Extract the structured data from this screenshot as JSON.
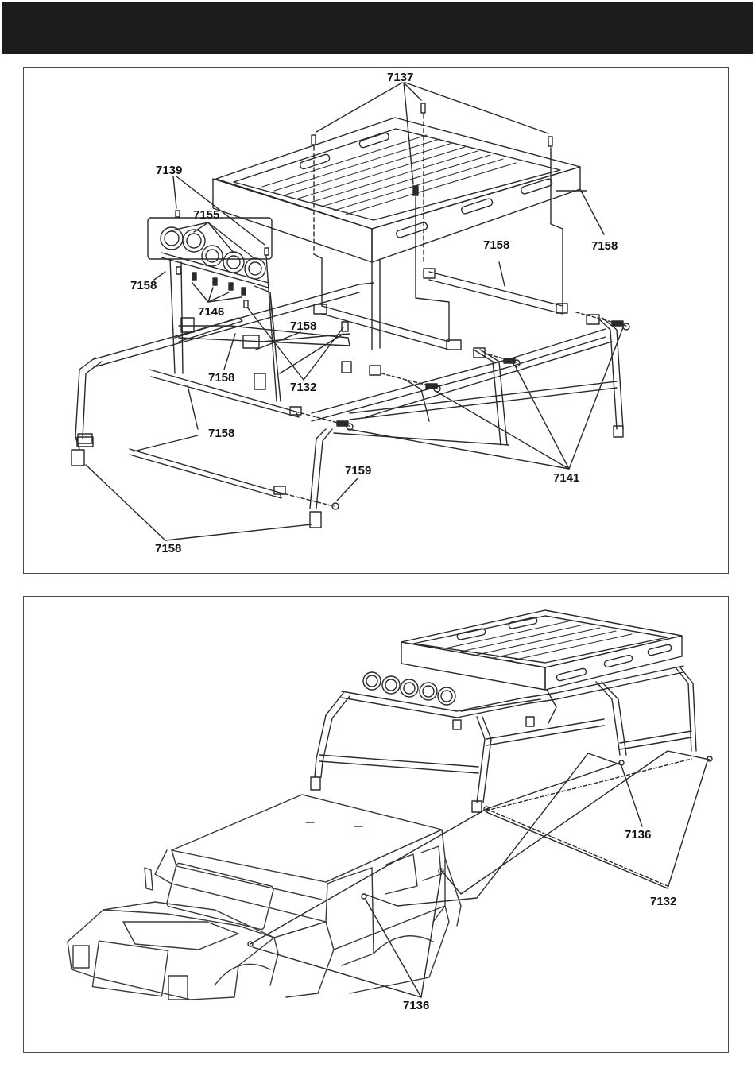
{
  "header": {
    "title": ""
  },
  "step1": {
    "part_labels": {
      "p7137": "7137",
      "p7139": "7139",
      "p7155": "7155",
      "p7158_top_right": "7158",
      "p7158_mid": "7158",
      "p7158_left": "7158",
      "p7146": "7146",
      "p7158_center": "7158",
      "p7158_lower_center": "7158",
      "p7132": "7132",
      "p7158_bottom_mid": "7158",
      "p7159": "7159",
      "p7141": "7141",
      "p7158_bottom": "7158"
    }
  },
  "step2": {
    "part_labels": {
      "p7136_right": "7136",
      "p7132": "7132",
      "p7136_bottom": "7136"
    }
  },
  "colors": {
    "header": "#1c1c1c",
    "line": "#2a2a2a",
    "frame": "#4a4a4a"
  }
}
